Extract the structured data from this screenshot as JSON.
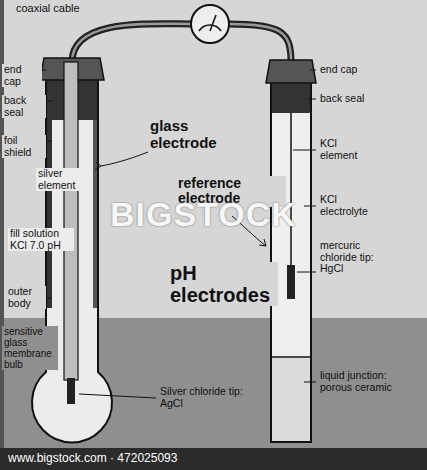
{
  "diagram": {
    "title": "pH electrodes",
    "labels": [
      "coaxial cable",
      "end cap",
      "back seal",
      "foil shield",
      "silver element",
      "fill solution KCl 7.0 pH",
      "outer body",
      "sensitive glass membrane bulb",
      "glass electrode",
      "reference electrode",
      "Silver chloride tip: AgCl",
      "end cap",
      "back seal",
      "KCl element",
      "KCl electrolyte",
      "mercuric chloride tip: HgCl",
      "liquid junction: porous ceramic",
      "BIGSTOCK",
      "www.bigstock.com · 472025093"
    ]
  }
}
